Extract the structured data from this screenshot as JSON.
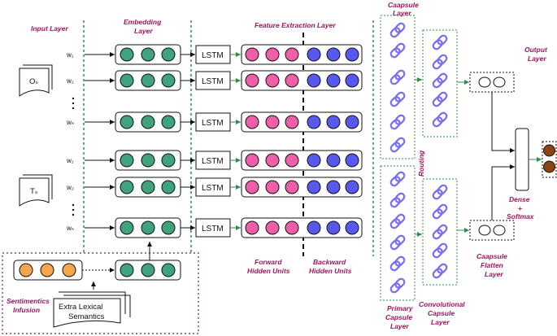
{
  "labels": {
    "input_layer": "Input Layer",
    "embedding_layer_1": "Embedding",
    "embedding_layer_2": "Layer",
    "feature_extraction": "Feature Extraction Layer",
    "caapsule_layer_1": "Caapsule",
    "caapsule_layer_2": "Layer",
    "output_layer_1": "Output",
    "output_layer_2": "Layer",
    "forward_1": "Forward",
    "forward_2": "Hidden Units",
    "backward_1": "Backward",
    "backward_2": "Hidden Units",
    "primary_1": "Primary",
    "primary_2": "Capsule",
    "primary_3": "Layer",
    "conv_1": "Convolutional",
    "conv_2": "Capsule",
    "conv_3": "Layer",
    "flatten_1": "Caapsule",
    "flatten_2": "Flatten",
    "flatten_3": "Layer",
    "dense_1": "Dense",
    "dense_2": "+",
    "dense_3": "Softmax",
    "routing": "Routing",
    "sentimentics_1": "Sentimentics",
    "sentimentics_2": "Infusion",
    "extra_1": "Extra Lexical",
    "extra_2": "Semantics",
    "doc_os": "Oₛ",
    "doc_ts": "Tₛ"
  },
  "words": [
    "w₁",
    "w₂",
    "wₙ",
    "w₁",
    "w₂",
    "wₙ"
  ],
  "lstm_label": "LSTM",
  "colors": {
    "accent_text": "#a0155e",
    "embedding_circle": "#3fa37e",
    "forward_circle": "#ef5fa8",
    "backward_circle": "#5858ee",
    "sentiment_circle": "#f6a64a",
    "output_circle": "#8b4513",
    "capsule_stroke": "#7a6ef0",
    "green_border": "#2f8f4a",
    "dotted_border": "#7a1f36"
  }
}
